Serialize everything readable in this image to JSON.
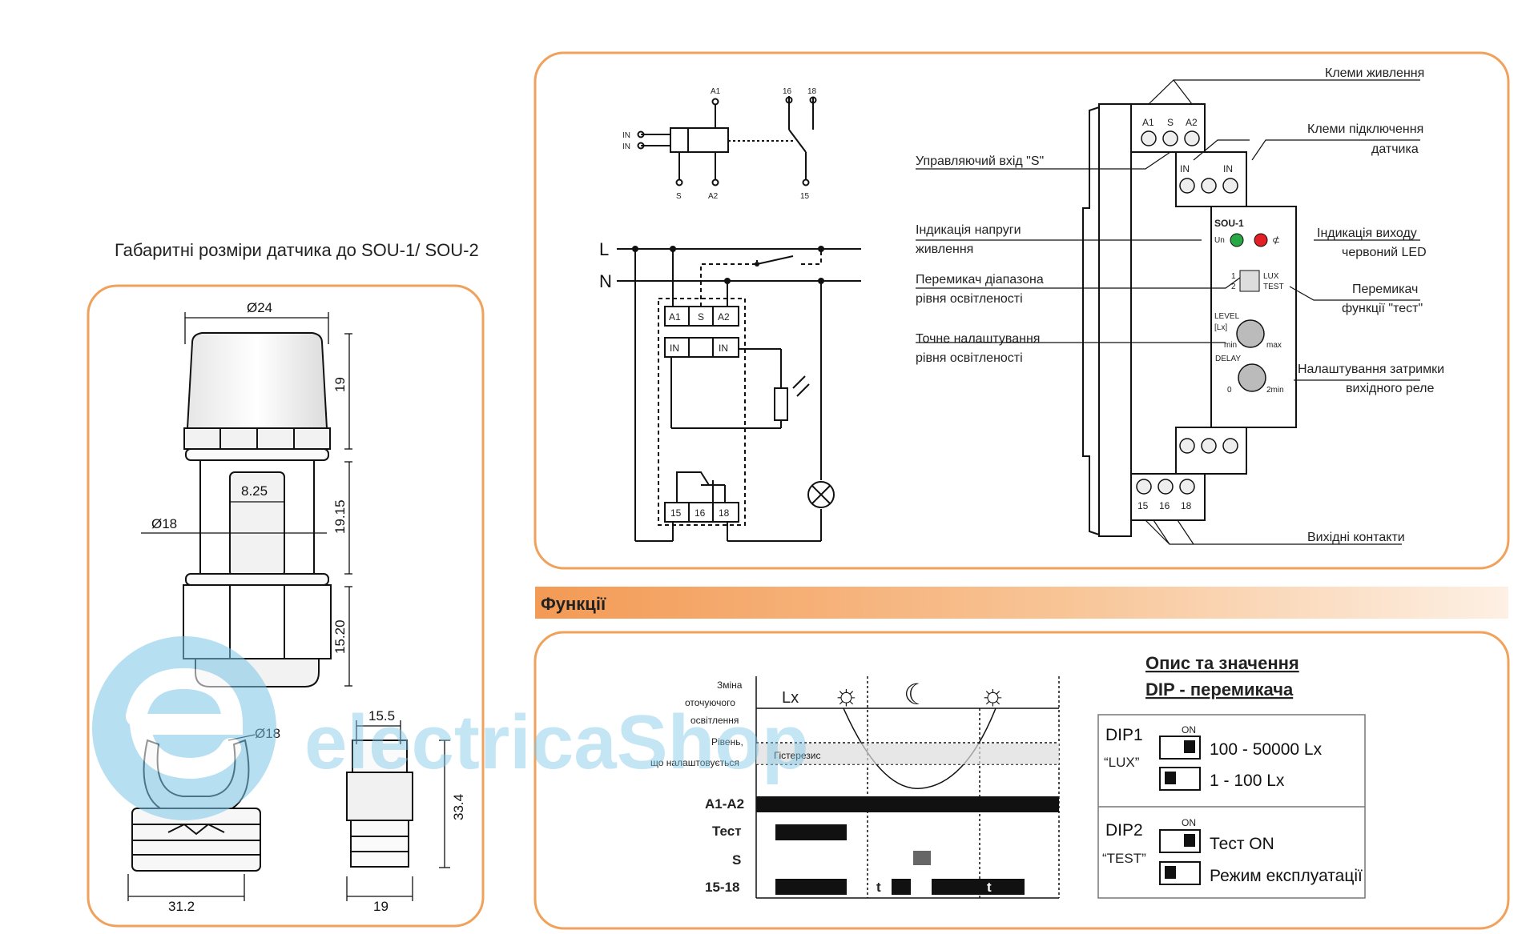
{
  "dims_title": "Габаритні розміри датчика до SOU-1/ SOU-2",
  "dims": {
    "d24": "Ø24",
    "h19": "19",
    "w825": "8.25",
    "d18a": "Ø18",
    "h1915": "19.15",
    "h1520": "15.20",
    "d18b": "Ø18",
    "w155": "15.5",
    "h334": "33.4",
    "w312": "31.2",
    "w19": "19"
  },
  "schematic": {
    "a1": "A1",
    "in1": "IN",
    "in2": "IN",
    "s": "S",
    "a2": "A2",
    "c16": "16",
    "c18": "18",
    "c15": "15",
    "L": "L",
    "N": "N",
    "box": {
      "a1": "A1",
      "s": "S",
      "a2": "A2",
      "in1": "IN",
      "in2": "IN",
      "t15": "15",
      "t16": "16",
      "t18": "18"
    }
  },
  "device": {
    "top_terms": [
      "A1",
      "S",
      "A2"
    ],
    "in_terms": [
      "IN",
      "IN"
    ],
    "model": "SOU-1",
    "un": "Un",
    "lux": "LUX",
    "test": "TEST",
    "dip1": "1",
    "dip2": "2",
    "level": "LEVEL",
    "lx": "[Lx]",
    "min": "min",
    "max": "max",
    "delay": "DELAY",
    "zero": "0",
    "twomin": "2min",
    "bottom_terms": [
      "15",
      "16",
      "18"
    ]
  },
  "callouts": {
    "klemy_zhyvlennia": "Клеми живлення",
    "klemy_pidkl_1": "Клеми підключення",
    "klemy_pidkl_2": "датчика",
    "upravl_vkhid": "Управляючий вхід \"S\"",
    "indyk_napr_1": "Індикація напруги",
    "indyk_napr_2": "живлення",
    "peremykach_diap_1": "Перемикач діапазона",
    "peremykach_diap_2": "рівня освітленості",
    "tochne_1": "Точне налаштування",
    "tochne_2": "рівня освітленості",
    "indyk_vykh_1": "Індикація виходу",
    "indyk_vykh_2": "червоний LED",
    "peremykach_test_1": "Перемикач",
    "peremykach_test_2": "функції \"тест\"",
    "zatrymka_1": "Налаштування затримки",
    "zatrymka_2": "вихідного реле",
    "vykhidni": "Вихідні контакти"
  },
  "functions_header": "Функції",
  "timing": {
    "zmina_1": "Зміна",
    "zmina_2": "оточуючого",
    "zmina_3": "освітлення",
    "riven_1": "Рівень,",
    "riven_2": "що налаштовується",
    "lx": "Lx",
    "hysteresis": "Гістерезис",
    "rows": [
      "A1-A2",
      "Тест",
      "S",
      "15-18"
    ],
    "t1": "t",
    "t2": "t"
  },
  "dip": {
    "title1": "Опис та значення",
    "title2": "DIP - перемикача",
    "dip1": "DIP1",
    "dip1_sub": "“LUX”",
    "on1": "ON",
    "dip1_opt1": "100 - 50000 Lx",
    "dip1_opt2": "1 - 100 Lx",
    "dip2": "DIP2",
    "dip2_sub": "“TEST”",
    "on2": "ON",
    "dip2_opt1": "Тест ON",
    "dip2_opt2": "Режим експлуатації"
  },
  "watermark": "electricaShop",
  "colors": {
    "orange": "#F0A15C",
    "header_grad": "#F5A262",
    "led_green": "#27A844",
    "led_red": "#E31E24",
    "watermark": "#7CC6E8"
  }
}
